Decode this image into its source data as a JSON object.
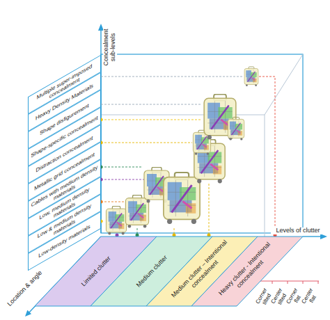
{
  "diagram": {
    "nodes": [
      {
        "text": [
          "Multiple super-imposed concealment"
        ]
      },
      {
        "text": [
          "Heavy Density Materials"
        ]
      },
      {
        "text": [
          "Shape disfigurement"
        ]
      },
      {
        "text": [
          "Shape-specific concealment"
        ]
      },
      {
        "text": [
          "Distraction concealment"
        ]
      },
      {
        "text": [
          "Metallic grid concealment"
        ]
      },
      {
        "text": [
          "Cables with medium density materials"
        ]
      },
      {
        "text": [
          "Low, medium density materials"
        ]
      },
      {
        "text": [
          "Low & medium density materials"
        ]
      },
      {
        "text": [
          "Low-density materials"
        ]
      },
      {
        "text": [
          "Limited clutter"
        ]
      },
      {
        "text": [
          "Medium clutter"
        ]
      },
      {
        "text": [
          "Medium clutter – Intentional concealment"
        ]
      },
      {
        "text": [
          "Heavy clutter - Intentional concealment"
        ]
      }
    ],
    "labels": [
      "Concealment sub-levels",
      "Levels of clutter",
      "Location & angle",
      "Corner tilted",
      "Center tilted",
      "Corner flat",
      "Center flat"
    ]
  }
}
